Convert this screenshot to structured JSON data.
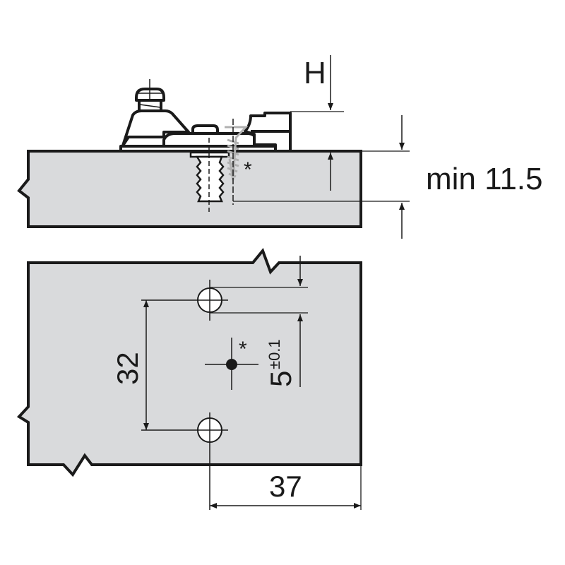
{
  "diagram": {
    "type": "technical-drawing",
    "subject": "hinge mounting plate installation dimensions",
    "colors": {
      "panel_fill": "#d9dadc",
      "line": "#1a1a1a",
      "screw_gray": "#b0b0b0",
      "background": "#ffffff"
    },
    "side_view": {
      "label_height": "H",
      "label_min_thickness": "min 11.5",
      "screw_marker": "*"
    },
    "top_view": {
      "dim_vertical_spacing": "32",
      "dim_offset_main": "5",
      "dim_offset_tolerance": "±0.1",
      "dim_edge_distance": "37",
      "screw_marker": "*"
    }
  }
}
